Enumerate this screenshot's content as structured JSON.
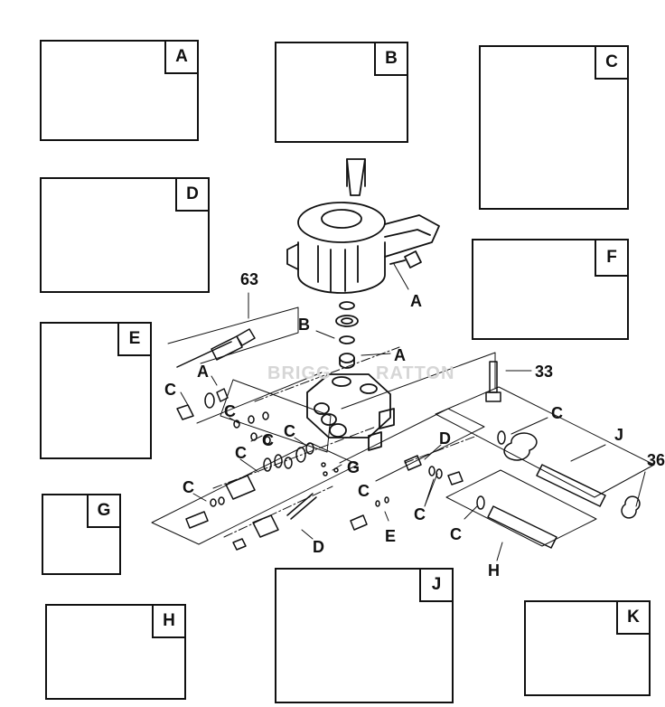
{
  "kits": {
    "A": "A",
    "B": "B",
    "C": "C",
    "D": "D",
    "E": "E",
    "F": "F",
    "G": "G",
    "H": "H",
    "J": "J",
    "K": "K"
  },
  "callouts": {
    "part_63": "63",
    "part_33": "33",
    "part_36": "36",
    "a_upper": "A",
    "b_main": "B",
    "a_mid": "A",
    "a_left": "A",
    "c_left1": "C",
    "c_left2": "C",
    "c_left3": "C",
    "c_left4": "C",
    "c_left5": "C",
    "c_mid1": "C",
    "c_mid2": "C",
    "c_right1": "C",
    "c_right2": "C",
    "d_mid": "D",
    "d_low": "D",
    "e_low": "E",
    "g_mid": "G",
    "h_low": "H",
    "j_right": "J"
  },
  "watermark": {
    "left": "BRIGG",
    "right": "RATTON"
  }
}
